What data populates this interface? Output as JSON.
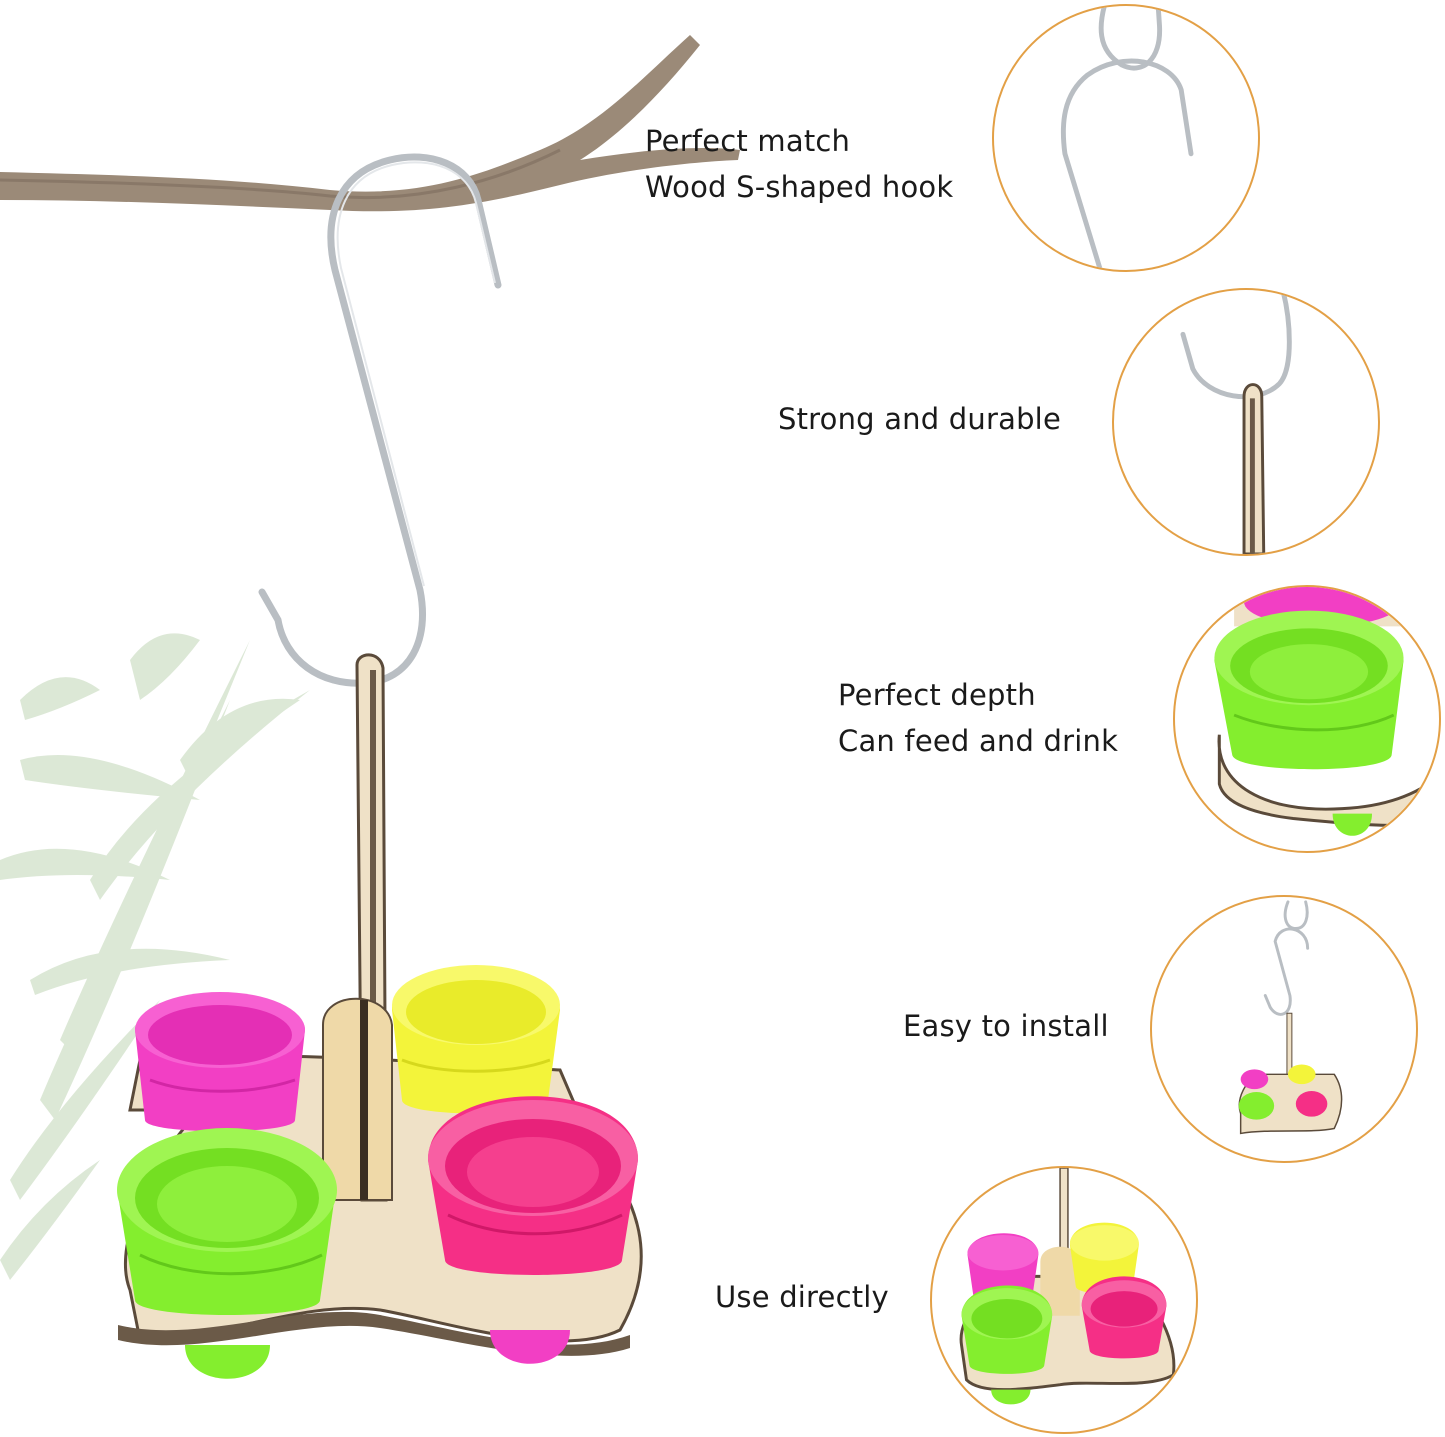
{
  "features": [
    {
      "lines": [
        "Perfect match",
        "Wood S-shaped hook"
      ]
    },
    {
      "lines": [
        "Strong and durable"
      ]
    },
    {
      "lines": [
        "Perfect depth",
        "Can feed and drink"
      ]
    },
    {
      "lines": [
        "Easy to install"
      ]
    },
    {
      "lines": [
        "Use directly"
      ]
    }
  ],
  "colors": {
    "circle_border": "#e3a046",
    "branch": "#9b8a78",
    "hook": "#b9bec3",
    "wood": "#efe1c7",
    "wood_edge": "#5a4a3a",
    "cup_pink": "#f23fc4",
    "cup_yellow": "#f3f43a",
    "cup_green": "#84ee2e",
    "cup_red": "#f52f86",
    "leaves": "#c9d9c2"
  },
  "icons": [
    "s-hook-icon",
    "cup-icon",
    "leaf-icon"
  ]
}
